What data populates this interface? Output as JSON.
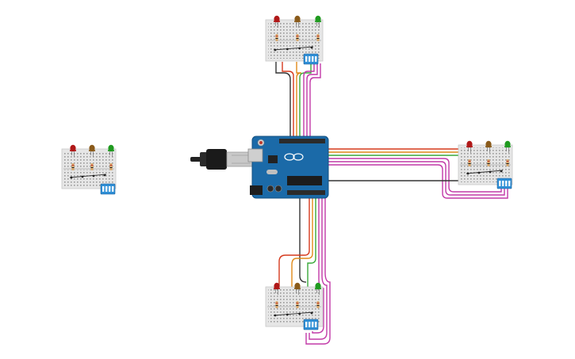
{
  "canvas": {
    "background": "#ffffff"
  },
  "colors": {
    "breadboard": "#e6e6e6",
    "breadboard_border": "#c8c8c8",
    "arduino_blue": "#1b6aa8",
    "arduino_dark": "#145080",
    "led_red": "#b01818",
    "led_brown": "#8a5a1a",
    "led_green": "#1f9a1f",
    "dip_switch": "#2f8fd6",
    "wire_red": "#d63a1e",
    "wire_orange": "#e08a1a",
    "wire_green": "#3aa83a",
    "wire_magenta": "#c23aa8",
    "wire_black": "#333333",
    "usb_cable": "#222222"
  },
  "modules": [
    {
      "id": "top",
      "leds": [
        "red",
        "brown",
        "green"
      ],
      "has_dip_switch": true,
      "connected": true
    },
    {
      "id": "right",
      "leds": [
        "red",
        "brown",
        "green"
      ],
      "has_dip_switch": true,
      "connected": true
    },
    {
      "id": "bottom",
      "leds": [
        "red",
        "brown",
        "green"
      ],
      "has_dip_switch": true,
      "connected": true
    },
    {
      "id": "left",
      "leds": [
        "red",
        "brown",
        "green"
      ],
      "has_dip_switch": true,
      "connected": false
    }
  ],
  "icons": {
    "board": "arduino-uno-icon",
    "usb": "usb-cable-icon",
    "led": "led-icon",
    "switch": "dip-switch-icon"
  }
}
